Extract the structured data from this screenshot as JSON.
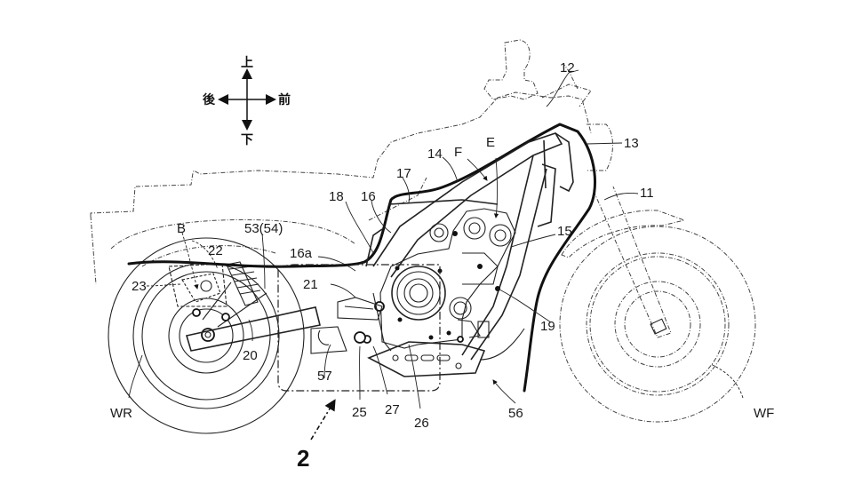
{
  "figure": {
    "number": "2",
    "description": "Patent line drawing: motorcycle left side view showing frame, engine and body outline"
  },
  "direction_indicator": {
    "up": "上",
    "down": "下",
    "front": "前",
    "rear": "後"
  },
  "reference_labels": {
    "r11": "11",
    "r12": "12",
    "r13": "13",
    "r14": "14",
    "r15": "15",
    "r16": "16",
    "r16a": "16a",
    "r17": "17",
    "r18": "18",
    "r19": "19",
    "r20": "20",
    "r21": "21",
    "r22": "22",
    "r23": "23",
    "r25": "25",
    "r26": "26",
    "r27": "27",
    "r53": "53(54)",
    "r56": "56",
    "r57": "57",
    "rB": "B",
    "rE": "E",
    "rF": "F",
    "rWR": "WR",
    "rWF": "WF"
  },
  "colors": {
    "line": "#222222",
    "background": "#ffffff"
  }
}
